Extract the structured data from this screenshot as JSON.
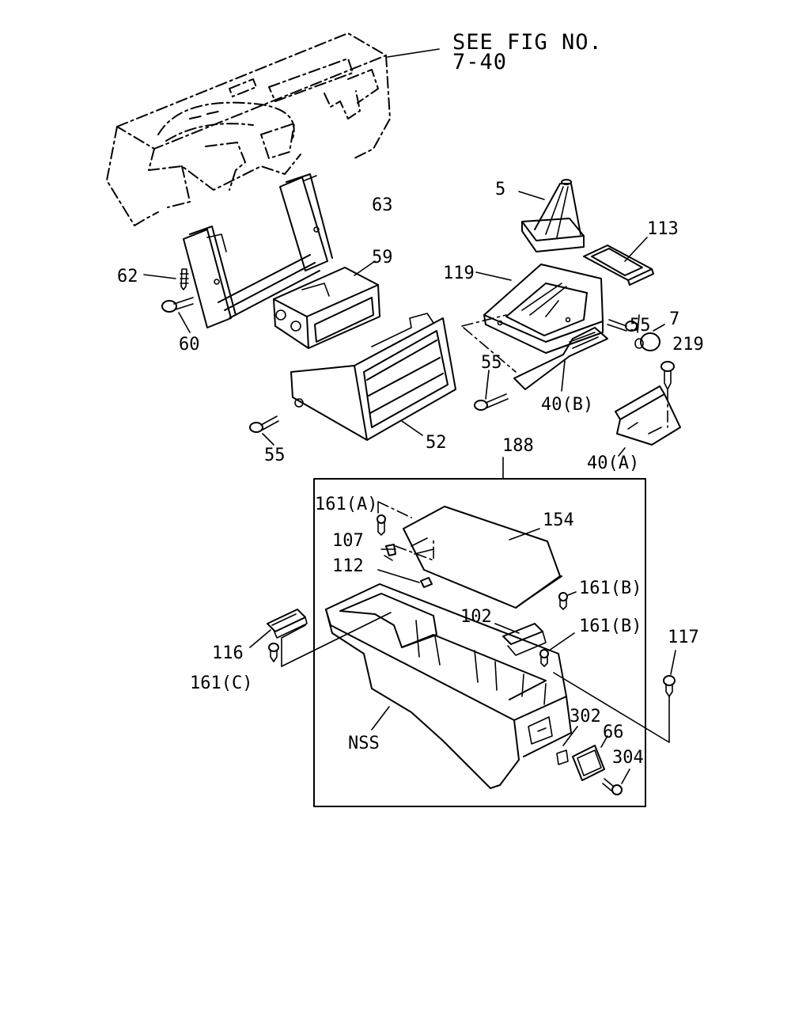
{
  "figure": {
    "reference_line1": "SEE FIG NO.",
    "reference_line2": "7-40"
  },
  "callouts": {
    "c5": "5",
    "c63": "63",
    "c113": "113",
    "c62": "62",
    "c59": "59",
    "c119": "119",
    "c55a": "55",
    "c7": "7",
    "c219": "219",
    "c60": "60",
    "c55b": "55",
    "c40b": "40(B)",
    "c52": "52",
    "c55c": "55",
    "c40a": "40(A)",
    "c188": "188",
    "c161a": "161(A)",
    "c154": "154",
    "c107": "107",
    "c112": "112",
    "c161b1": "161(B)",
    "c102": "102",
    "c161b2": "161(B)",
    "c117": "117",
    "c116": "116",
    "c161c": "161(C)",
    "c302": "302",
    "c66": "66",
    "cnss": "NSS",
    "c304": "304"
  }
}
